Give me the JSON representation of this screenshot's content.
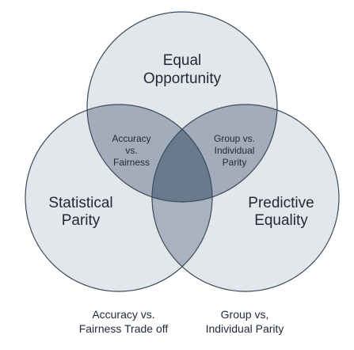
{
  "sets": {
    "top": {
      "line1": "Equal",
      "line2": "Opportunity"
    },
    "left": {
      "line1": "Statistical",
      "line2": "Parity"
    },
    "right": {
      "line1": "Predictive",
      "line2": "Equality"
    }
  },
  "overlaps": {
    "left_top": {
      "line1": "Accuracy",
      "line2": "vs.",
      "line3": "Fairness"
    },
    "top_right": {
      "line1": "Group vs.",
      "line2": "Individual",
      "line3": "Parity"
    }
  },
  "captions": {
    "left": {
      "line1": "Accuracy vs.",
      "line2": "Fairness Trade off"
    },
    "right": {
      "line1": "Group vs,",
      "line2": "Individual Parity"
    }
  },
  "colors": {
    "circle_fill": "#a7b2c0",
    "circle_stroke": "#3b4a5c",
    "background": "#ffffff"
  }
}
